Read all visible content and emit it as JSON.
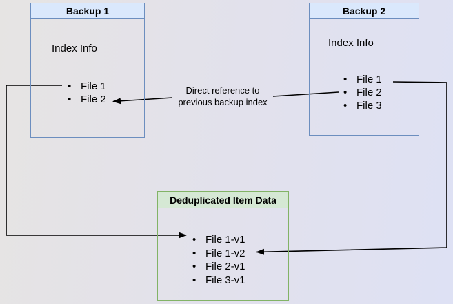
{
  "backup1": {
    "title": "Backup 1",
    "subtitle": "Index Info",
    "items": [
      "File 1",
      "File 2"
    ]
  },
  "backup2": {
    "title": "Backup 2",
    "subtitle": "Index Info",
    "items": [
      "File 1",
      "File 2",
      "File 3"
    ]
  },
  "dedup": {
    "title": "Deduplicated Item Data",
    "items": [
      "File 1-v1",
      "File 1-v2",
      "File 2-v1",
      "File 3-v1"
    ]
  },
  "annotation": {
    "line1": "Direct reference to",
    "line2": "previous backup index"
  },
  "bullet_char": "•",
  "colors": {
    "blue_border": "#6c8ebf",
    "blue_header_fill": "#dae8fc",
    "green_border": "#82b366",
    "green_header_fill": "#d5e8d4",
    "arrow": "#000000",
    "background_left": "#e6e4e3",
    "background_right": "#dee1f4"
  }
}
